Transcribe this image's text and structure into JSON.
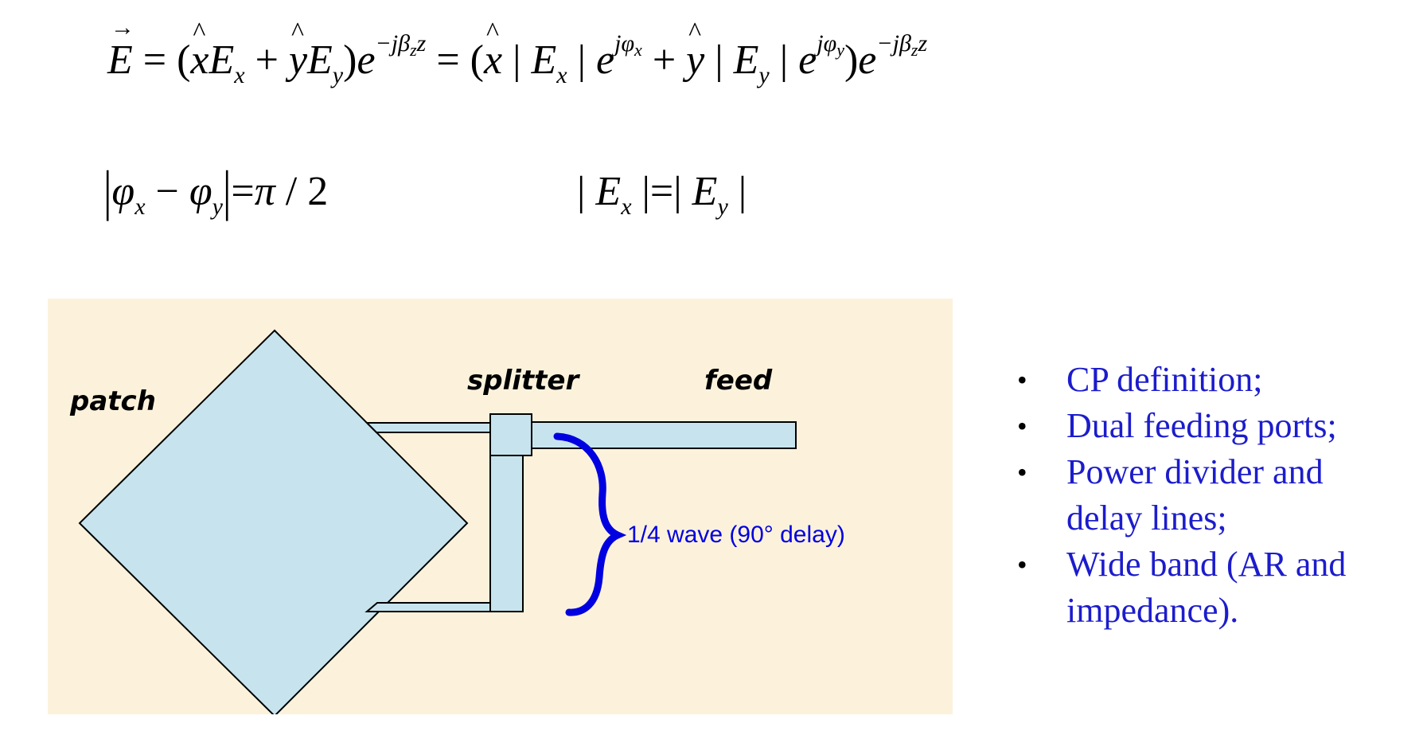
{
  "equations": {
    "field": {
      "E": "E",
      "x": "x",
      "y": "y",
      "sub_x": "x",
      "sub_y": "y",
      "e": "e",
      "exp1": "−jβ",
      "exp1_sub": "z",
      "exp1_tail": "z",
      "phi": "jφ",
      "phi_x": "x",
      "phi_y": "y"
    },
    "phase_condition": "|φx − φy| = π / 2",
    "amplitude_condition": "| Ex | = | Ey |"
  },
  "diagram": {
    "labels": {
      "patch": "patch",
      "splitter": "splitter",
      "feed": "feed",
      "delay": "1/4 wave (90° delay)"
    },
    "colors": {
      "background": "#fcf2dc",
      "patch_fill": "#c7e4ee",
      "brace": "#0000e0"
    }
  },
  "bullets": [
    {
      "lines": [
        "CP definition;"
      ]
    },
    {
      "lines": [
        "Dual feeding ports;"
      ]
    },
    {
      "lines": [
        "Power divider and",
        "delay lines;"
      ]
    },
    {
      "lines": [
        "Wide band (AR and",
        "impedance)."
      ]
    }
  ],
  "bullet_symbol": "•"
}
